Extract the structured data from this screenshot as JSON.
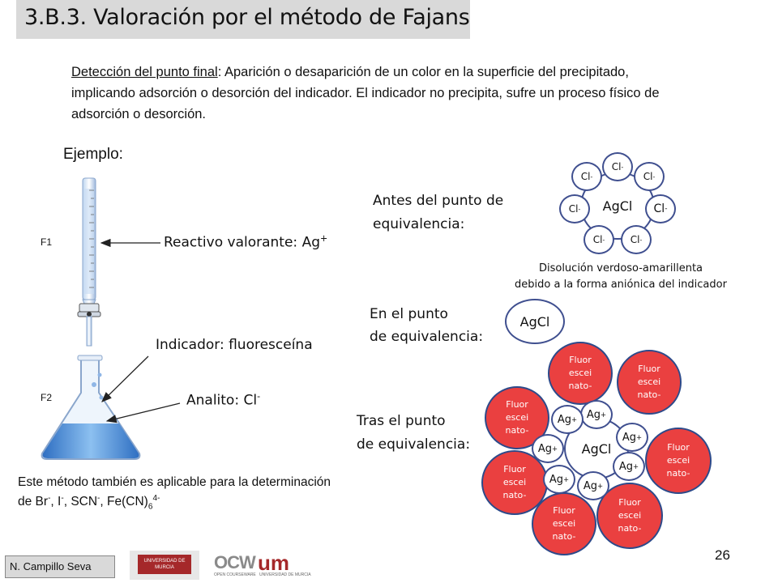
{
  "slide": {
    "title": "3.B.3. Valoración por el método de Fajans",
    "description_label": "Detección del punto final",
    "description_text": ": Aparición o desaparición de un color en la superficie del precipitado, implicando adsorción o desorción del indicador. El indicador no precipita, sufre un proceso físico de adsorción o desorción.",
    "example_label": "Ejemplo",
    "example_colon": ":",
    "f1_label": "F1",
    "f2_label": "F2",
    "titrant_label": "Reactivo valorante: Ag",
    "titrant_charge": "+",
    "indicator_label": "Indicador: fluoresceína",
    "analyte_label": "Analito: Cl",
    "analyte_charge": "-",
    "applicable_text_1": "Este método también es aplicable para la determinación",
    "applicable_text_2_a": "de Br",
    "applicable_text_2_b": ", I",
    "applicable_text_2_c": ", SCN",
    "applicable_text_2_d": ", Fe(CN)",
    "applicable_sub": "6",
    "applicable_sup": "4-",
    "minus": "-",
    "before_label_1": "Antes del punto de",
    "before_label_2": "equivalencia:",
    "before_note_1": "Disolución verdoso-amarillenta",
    "before_note_2": "debido a la forma aniónica del indicador",
    "at_label_1": "En el punto",
    "at_label_2": "de equivalencia:",
    "after_label_1": "Tras el  punto",
    "after_label_2": "de equivalencia:",
    "agcl": "AgCl",
    "cl_ion": "Cl",
    "ag_ion": "Ag",
    "plus": "+",
    "fluor_1": "Fluor",
    "fluor_2": "escei",
    "fluor_3": "nato-",
    "author": "N. Campillo Seva",
    "page_number": "26",
    "logo_ocw": "OCW",
    "logo_um": "um",
    "logo_ocw_sub": "OPEN COURSEWARE",
    "logo_um_sub": "UNIVERSIDAD DE MURCIA",
    "logo_univ_1": "UNIVERSIDAD DE",
    "logo_univ_2": "MURCIA"
  },
  "colors": {
    "title_bg": "#d9d9d9",
    "ion_border": "#3f4f8f",
    "fluorescein_fill": "#ea4040",
    "solution_blue": "#5b9bd5"
  }
}
